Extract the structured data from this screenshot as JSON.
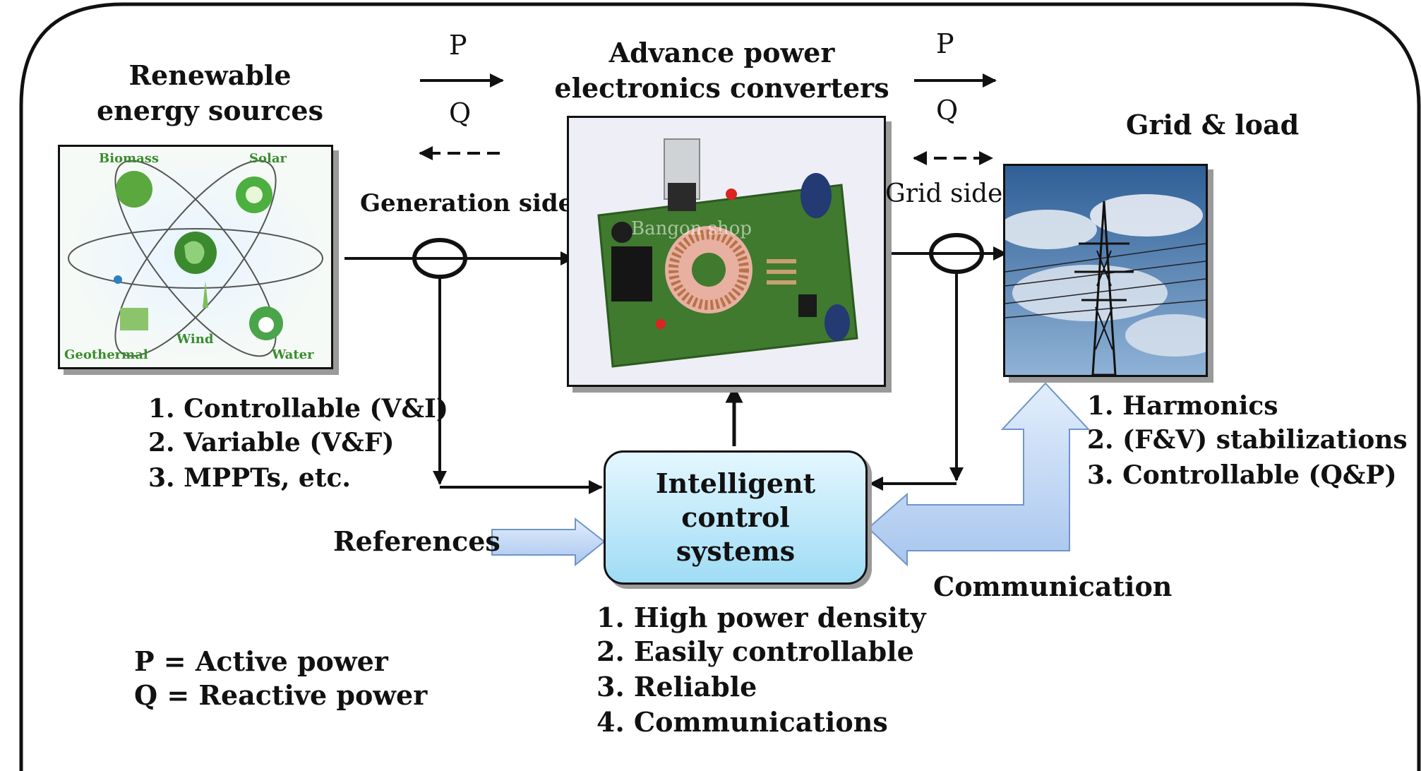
{
  "sources": {
    "title": "Renewable energy sources",
    "image_labels": {
      "biomass": "Biomass",
      "solar": "Solar",
      "wind": "Wind",
      "geothermal": "Geothermal",
      "water": "Water"
    },
    "features": [
      "1. Controllable (V&I)",
      "2. Variable (V&F)",
      "3. MPPTs, etc."
    ]
  },
  "flow_left": {
    "p": "P",
    "q": "Q",
    "side": "Generation side"
  },
  "converter": {
    "title": "Advance power electronics converters",
    "board_watermark": "Bangon shop"
  },
  "flow_right": {
    "p": "P",
    "q": "Q",
    "side": "Grid side"
  },
  "grid": {
    "title": "Grid & load",
    "features": [
      "1. Harmonics",
      "2. (F&V) stabilizations",
      "3. Controllable (Q&P)"
    ]
  },
  "control": {
    "title": "Intelligent control systems",
    "features": [
      "1. High power density",
      "2. Easily controllable",
      "3. Reliable",
      "4. Communications"
    ]
  },
  "references_label": "References",
  "communication_label": "Communication",
  "legend": [
    "P = Active power",
    "Q = Reactive power"
  ],
  "colors": {
    "control_fill": "#bfe9fb",
    "arrow_fill": "#c5daf5",
    "arrow_stroke": "#6f95c7",
    "board_green": "#3f7a2e",
    "sky": "#4f79a8"
  }
}
